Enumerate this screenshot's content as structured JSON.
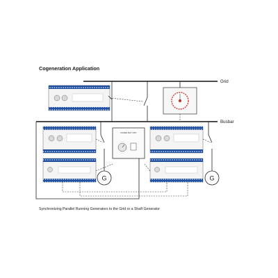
{
  "diagram": {
    "title": "Cogeneration Application",
    "buses": [
      {
        "id": "grid",
        "label": "Grid"
      },
      {
        "id": "busbar",
        "label": "Busbar"
      }
    ],
    "caption": "Synchronizing Parallel Running Generators to the Grid or a Shaft Generator",
    "generator_symbol": "G",
    "panel_title": "POWER MGT UNIT",
    "colors": {
      "terminal_blue": "#1f4fa0",
      "synchroscope_red": "#d33b2c",
      "line": "#222222"
    }
  }
}
